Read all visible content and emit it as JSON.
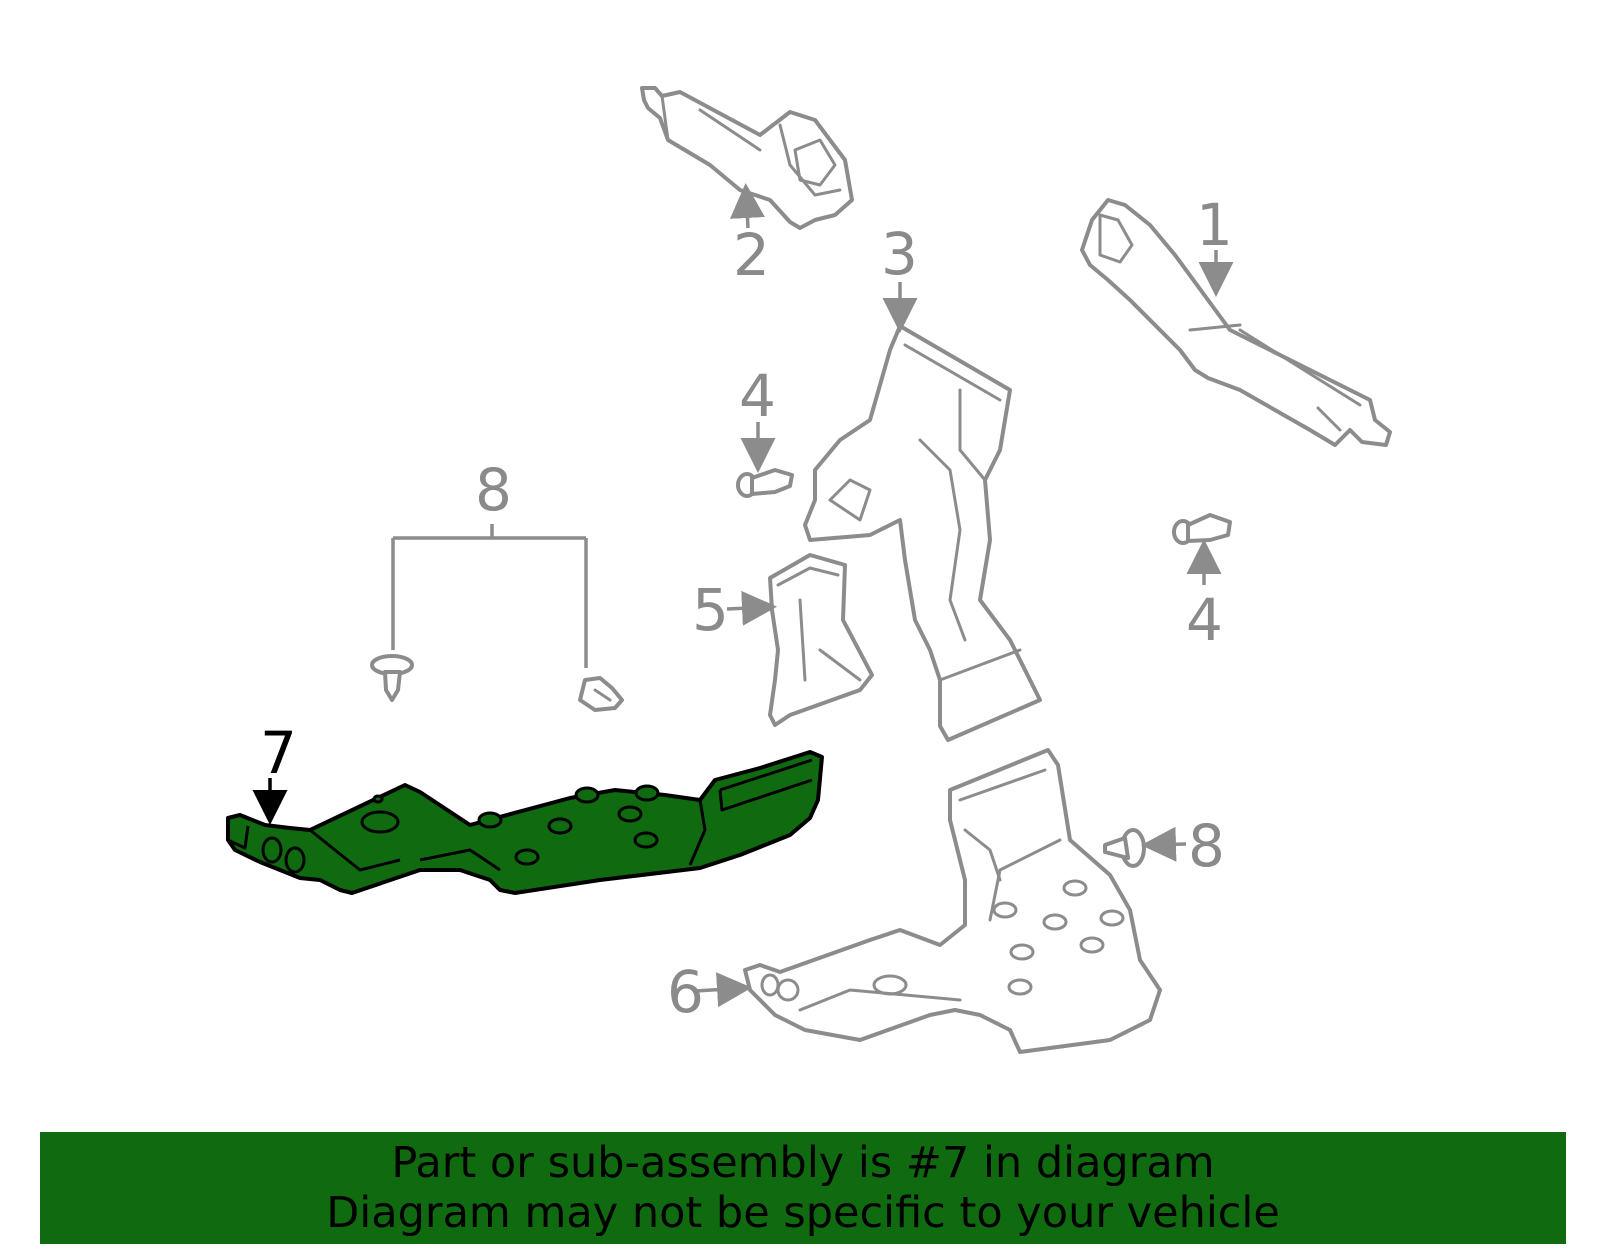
{
  "callouts": {
    "c1": "1",
    "c2": "2",
    "c3": "3",
    "c4a": "4",
    "c4b": "4",
    "c5": "5",
    "c6": "6",
    "c7": "7",
    "c8a": "8",
    "c8b": "8"
  },
  "highlight_part": "7",
  "colors": {
    "highlight": "#0f6a10",
    "outline": "#8c8c8c",
    "selected_text": "#000000"
  },
  "banner": {
    "line1": "Part or sub-assembly is #7 in diagram",
    "line2": "Diagram may not be specific to your vehicle"
  }
}
